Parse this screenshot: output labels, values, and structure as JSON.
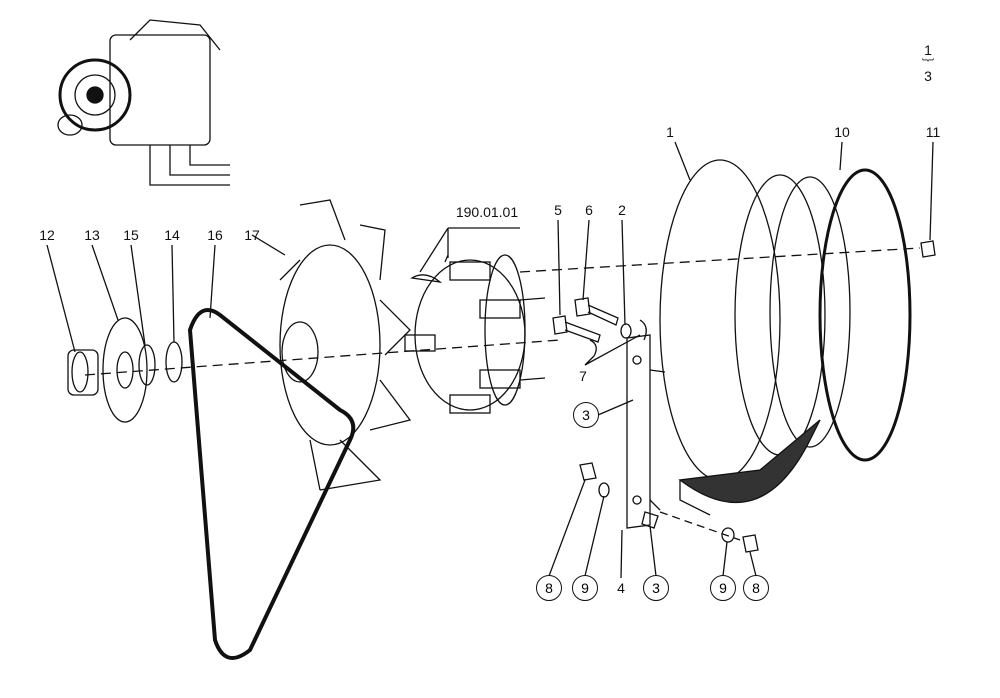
{
  "page_indicator": {
    "current": "1",
    "total": "3"
  },
  "reference": "190.01.01",
  "callouts": {
    "c12": "12",
    "c13": "13",
    "c15": "15",
    "c14": "14",
    "c16": "16",
    "c17": "17",
    "c5": "5",
    "c6": "6",
    "c2": "2",
    "c7": "7",
    "c1": "1",
    "c10": "10",
    "c11": "11",
    "c3a": "3",
    "c8a": "8",
    "c9a": "9",
    "c4": "4",
    "c3b": "3",
    "c9b": "9",
    "c8b": "8"
  }
}
